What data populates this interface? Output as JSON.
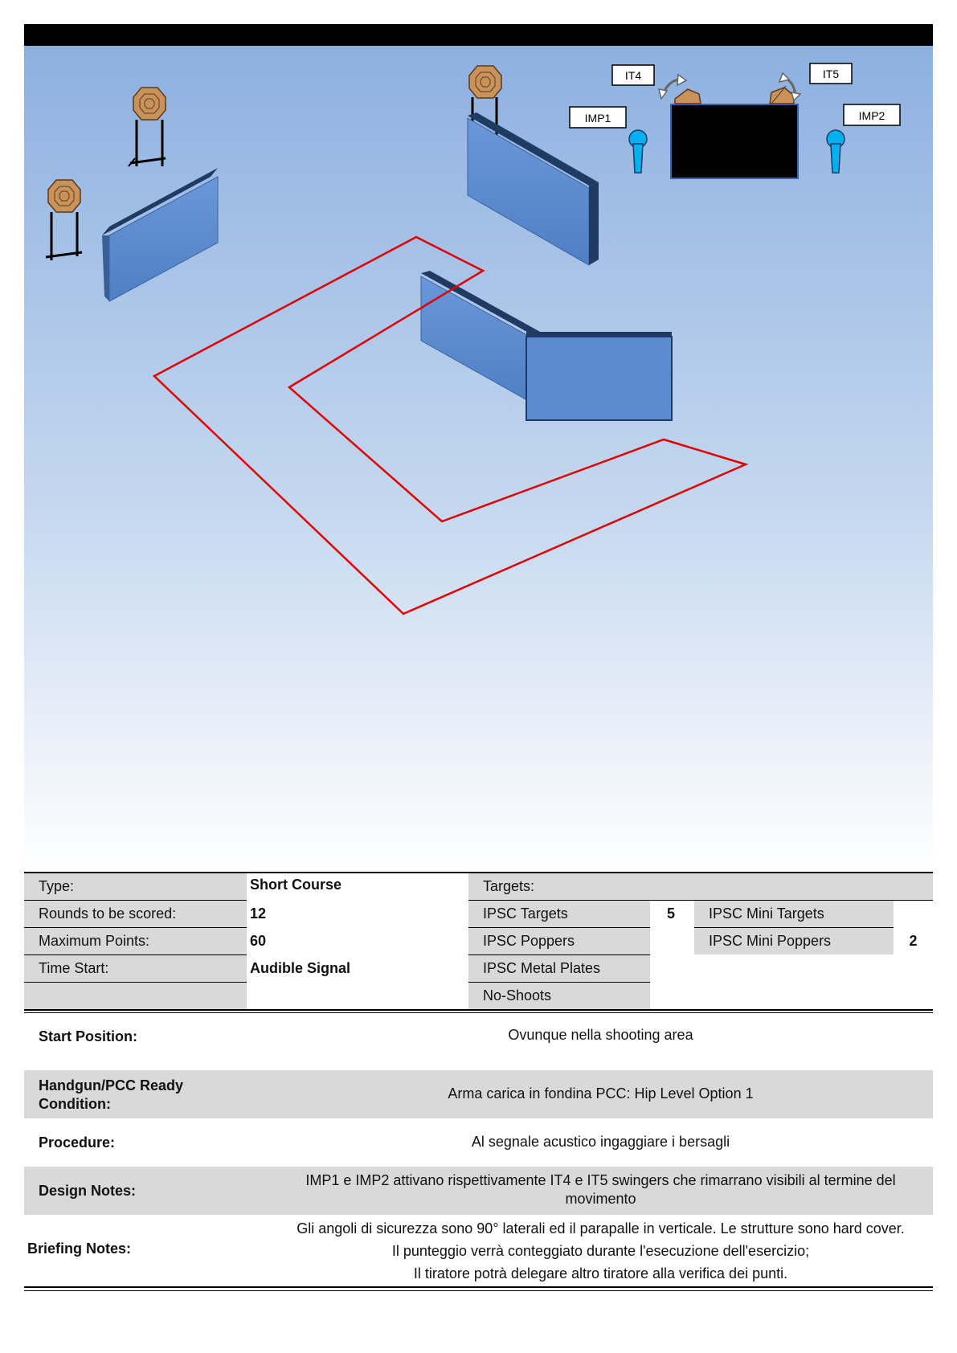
{
  "diagram": {
    "labels": {
      "it4": "IT4",
      "it5": "IT5",
      "imp1": "IMP1",
      "imp2": "IMP2"
    },
    "colors": {
      "wall": "#5b8bd0",
      "wall_edge": "#1f3b63",
      "target": "#c8925a",
      "popper": "#00b0f0",
      "fault_line": "#e00000"
    }
  },
  "stage": {
    "type_label": "Type:",
    "type_value": "Short Course",
    "rounds_label": "Rounds to be scored:",
    "rounds_value": "12",
    "max_points_label": "Maximum Points:",
    "max_points_value": "60",
    "time_start_label": "Time Start:",
    "time_start_value": "Audible Signal"
  },
  "targets": {
    "header": "Targets:",
    "ipsc_targets_label": "IPSC Targets",
    "ipsc_targets_value": "5",
    "ipsc_poppers_label": "IPSC Poppers",
    "ipsc_metal_plates_label": "IPSC Metal Plates",
    "no_shoots_label": "No-Shoots",
    "ipsc_mini_targets_label": "IPSC Mini Targets",
    "ipsc_mini_poppers_label": "IPSC Mini Poppers",
    "ipsc_mini_poppers_value": "2"
  },
  "info": {
    "start_position_label": "Start Position:",
    "start_position_value": "Ovunque nella shooting area",
    "ready_condition_label_1": "Handgun/PCC Ready",
    "ready_condition_label_2": "Condition:",
    "ready_condition_value": "Arma carica in fondina PCC: Hip Level Option 1",
    "procedure_label": "Procedure:",
    "procedure_value": "Al segnale acustico ingaggiare i bersagli",
    "design_notes_label": "Design Notes:",
    "design_notes_value_1": "IMP1 e IMP2 attivano rispettivamente IT4 e IT5 swingers che rimarrano visibili al termine del",
    "design_notes_value_2": "movimento",
    "briefing_notes_label": "Briefing Notes:",
    "briefing_notes_value_1": "Gli angoli di sicurezza sono 90° laterali ed il parapalle in verticale. Le strutture sono hard cover.",
    "briefing_notes_value_2": "Il punteggio verrà conteggiato durante l'esecuzione dell'esercizio;",
    "briefing_notes_value_3": "Il tiratore potrà delegare altro tiratore alla verifica dei punti."
  }
}
